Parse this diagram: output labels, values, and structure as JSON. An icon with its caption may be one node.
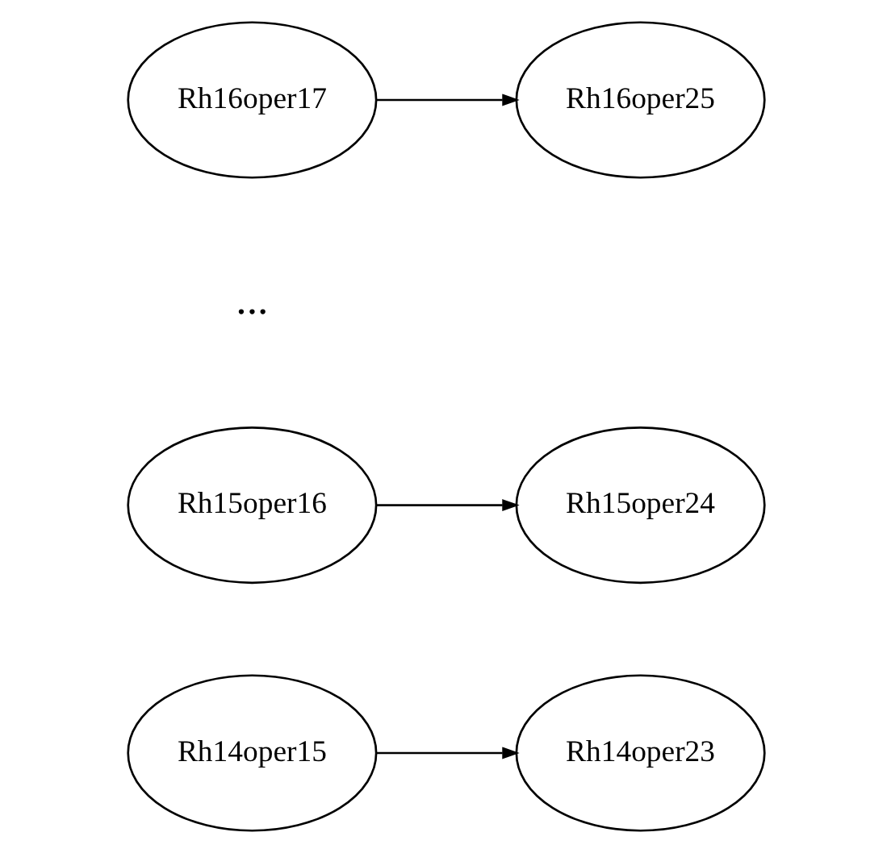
{
  "diagram": {
    "nodes": [
      {
        "text": [
          "Rh14oper15"
        ]
      },
      {
        "text": [
          "Rh14oper23"
        ]
      },
      {
        "text": [
          "Rh15oper16"
        ]
      },
      {
        "text": [
          "Rh15oper24"
        ]
      },
      {
        "text": [
          "Rh16oper17"
        ]
      },
      {
        "text": [
          "Rh16oper25"
        ]
      }
    ],
    "edges": [
      {
        "from": 0,
        "to": 1,
        "arrow": "to"
      },
      {
        "from": 2,
        "to": 3,
        "arrow": "to"
      },
      {
        "from": 4,
        "to": 5,
        "arrow": "to"
      }
    ],
    "labels": [
      "..."
    ]
  }
}
